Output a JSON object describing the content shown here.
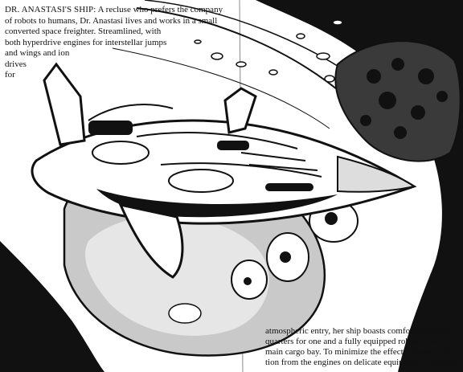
{
  "caption_top": {
    "lead": "DR. ANASTASI'S SHIP:",
    "lines": [
      "A recluse who prefers the company",
      "of robots to humans, Dr. Anastasi lives and works in a small",
      "converted space freighter. Streamlined, with",
      "both hyperdrive engines for interstellar jumps",
      "and wings and ion",
      "drives",
      "for"
    ]
  },
  "caption_bottom": {
    "lines": [
      "atmospheric entry, her ship boasts comfortable living",
      "quarters for one and a fully equipped robotics lab in the",
      "main cargo bay. To minimize the effects of stray radia-",
      "tion from the engines on delicate equipment, the ship's"
    ]
  },
  "colors": {
    "ink": "#111111",
    "paper": "#ffffff",
    "shade": "#c9c9c9"
  }
}
